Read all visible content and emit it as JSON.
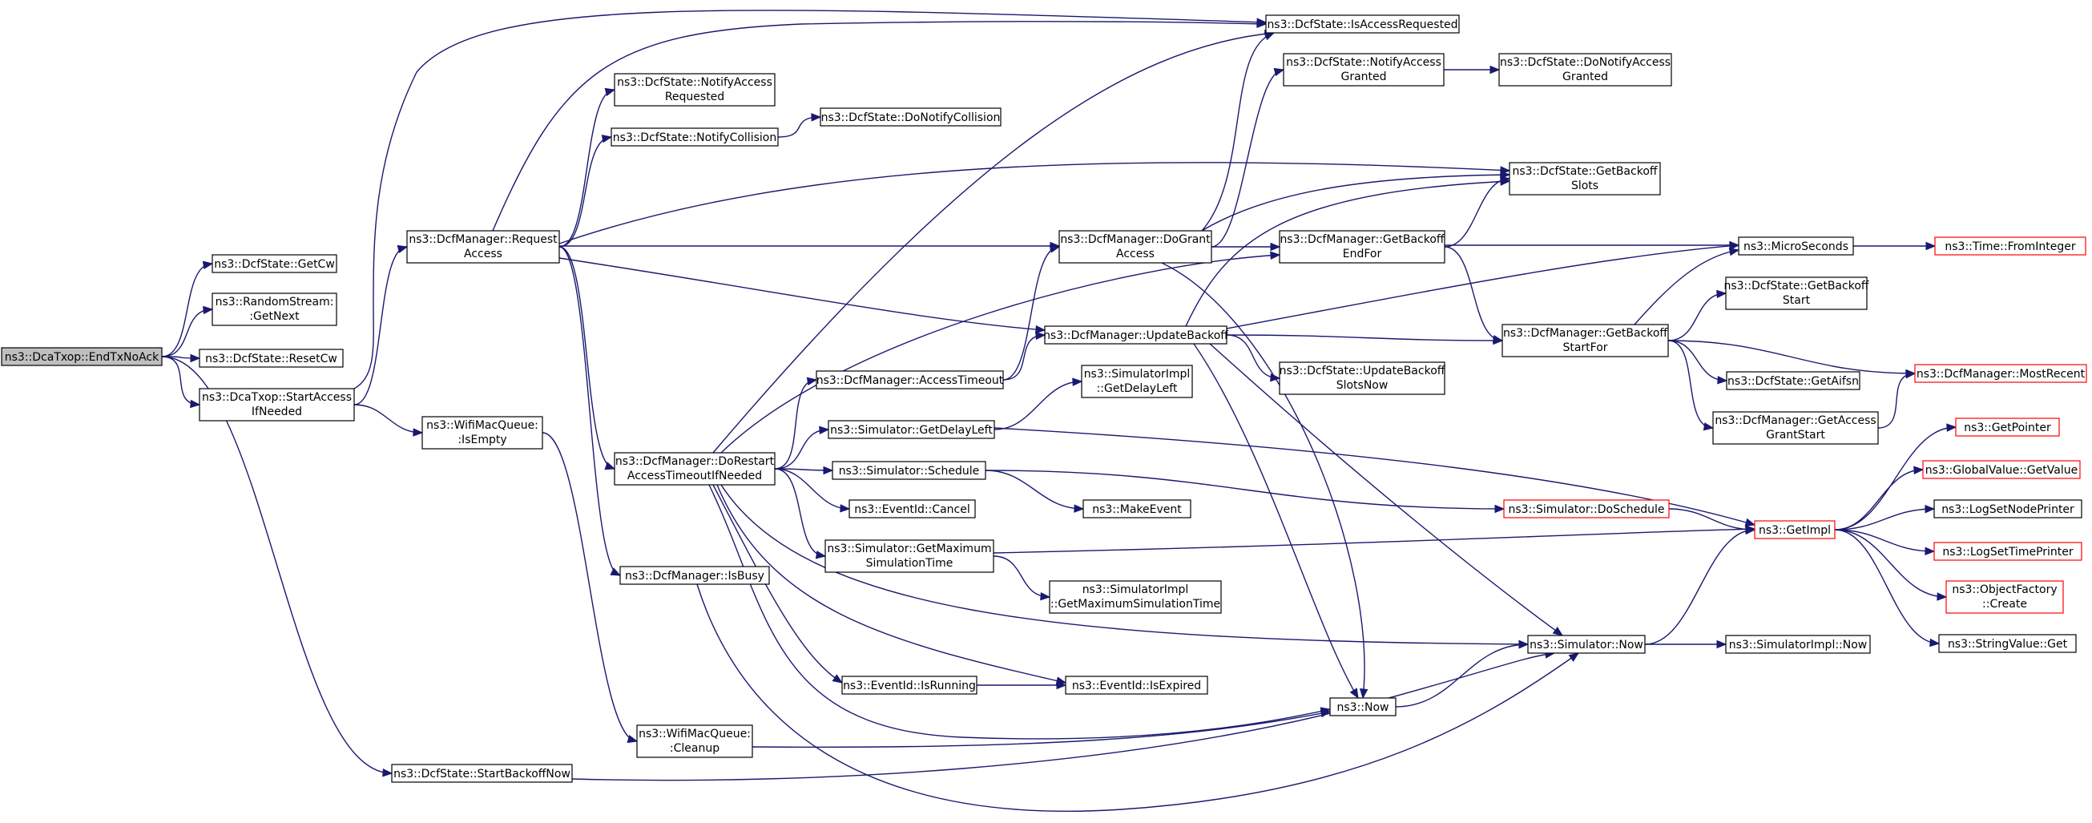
{
  "graph": {
    "root": "DcaTxop_EndTxNoAck",
    "colors": {
      "edge": "#191970",
      "node_border": "#000000",
      "node_border_truncated": "#ff0000",
      "root_fill": "#bfbfbf",
      "node_fill": "#ffffff"
    },
    "nodes": [
      {
        "id": "DcaTxop_EndTxNoAck",
        "lines": [
          "ns3::DcaTxop::EndTxNoAck"
        ],
        "root": true
      },
      {
        "id": "DcfState_GetCw",
        "lines": [
          "ns3::DcfState::GetCw"
        ]
      },
      {
        "id": "RandomStream_GetNext",
        "lines": [
          "ns3::RandomStream:",
          ":GetNext"
        ]
      },
      {
        "id": "DcfState_ResetCw",
        "lines": [
          "ns3::DcfState::ResetCw"
        ]
      },
      {
        "id": "DcaTxop_StartAccessIfNeeded",
        "lines": [
          "ns3::DcaTxop::StartAccess",
          "IfNeeded"
        ]
      },
      {
        "id": "DcfState_StartBackoffNow",
        "lines": [
          "ns3::DcfState::StartBackoffNow"
        ]
      },
      {
        "id": "DcfManager_RequestAccess",
        "lines": [
          "ns3::DcfManager::Request",
          "Access"
        ]
      },
      {
        "id": "WifiMacQueue_IsEmpty",
        "lines": [
          "ns3::WifiMacQueue:",
          ":IsEmpty"
        ]
      },
      {
        "id": "WifiMacQueue_Cleanup",
        "lines": [
          "ns3::WifiMacQueue:",
          ":Cleanup"
        ]
      },
      {
        "id": "DcfState_NotifyAccessRequested",
        "lines": [
          "ns3::DcfState::NotifyAccess",
          "Requested"
        ]
      },
      {
        "id": "DcfState_NotifyCollision",
        "lines": [
          "ns3::DcfState::NotifyCollision"
        ]
      },
      {
        "id": "DcfManager_DoRestartAccessTimeoutIfNeeded",
        "lines": [
          "ns3::DcfManager::DoRestart",
          "AccessTimeoutIfNeeded"
        ]
      },
      {
        "id": "DcfManager_IsBusy",
        "lines": [
          "ns3::DcfManager::IsBusy"
        ]
      },
      {
        "id": "DcfState_DoNotifyCollision",
        "lines": [
          "ns3::DcfState::DoNotifyCollision"
        ]
      },
      {
        "id": "DcfManager_AccessTimeout",
        "lines": [
          "ns3::DcfManager::AccessTimeout"
        ]
      },
      {
        "id": "Simulator_GetDelayLeft",
        "lines": [
          "ns3::Simulator::GetDelayLeft"
        ]
      },
      {
        "id": "Simulator_Schedule",
        "lines": [
          "ns3::Simulator::Schedule"
        ]
      },
      {
        "id": "EventId_Cancel",
        "lines": [
          "ns3::EventId::Cancel"
        ]
      },
      {
        "id": "Simulator_GetMaximumSimulationTime",
        "lines": [
          "ns3::Simulator::GetMaximum",
          "SimulationTime"
        ]
      },
      {
        "id": "EventId_IsRunning",
        "lines": [
          "ns3::EventId::IsRunning"
        ]
      },
      {
        "id": "DcfState_IsAccessRequested",
        "lines": [
          "ns3::DcfState::IsAccessRequested"
        ]
      },
      {
        "id": "DcfState_NotifyAccessGranted",
        "lines": [
          "ns3::DcfState::NotifyAccess",
          "Granted"
        ]
      },
      {
        "id": "DcfManager_DoGrantAccess",
        "lines": [
          "ns3::DcfManager::DoGrant",
          "Access"
        ]
      },
      {
        "id": "DcfManager_UpdateBackoff",
        "lines": [
          "ns3::DcfManager::UpdateBackoff"
        ]
      },
      {
        "id": "SimulatorImpl_GetDelayLeft",
        "lines": [
          "ns3::SimulatorImpl",
          "::GetDelayLeft"
        ]
      },
      {
        "id": "MakeEvent",
        "lines": [
          "ns3::MakeEvent"
        ]
      },
      {
        "id": "SimulatorImpl_GetMaximumSimulationTime",
        "lines": [
          "ns3::SimulatorImpl",
          "::GetMaximumSimulationTime"
        ]
      },
      {
        "id": "EventId_IsExpired",
        "lines": [
          "ns3::EventId::IsExpired"
        ]
      },
      {
        "id": "Now",
        "lines": [
          "ns3::Now"
        ]
      },
      {
        "id": "DcfState_DoNotifyAccessGranted",
        "lines": [
          "ns3::DcfState::DoNotifyAccess",
          "Granted"
        ]
      },
      {
        "id": "DcfManager_GetBackoffEndFor",
        "lines": [
          "ns3::DcfManager::GetBackoff",
          "EndFor"
        ]
      },
      {
        "id": "DcfState_UpdateBackoffSlotsNow",
        "lines": [
          "ns3::DcfState::UpdateBackoff",
          "SlotsNow"
        ]
      },
      {
        "id": "Simulator_DoSchedule",
        "lines": [
          "ns3::Simulator::DoSchedule"
        ],
        "truncated": true
      },
      {
        "id": "Simulator_Now",
        "lines": [
          "ns3::Simulator::Now"
        ]
      },
      {
        "id": "DcfState_GetBackoffSlots",
        "lines": [
          "ns3::DcfState::GetBackoff",
          "Slots"
        ]
      },
      {
        "id": "DcfManager_GetBackoffStartFor",
        "lines": [
          "ns3::DcfManager::GetBackoff",
          "StartFor"
        ]
      },
      {
        "id": "MicroSeconds",
        "lines": [
          "ns3::MicroSeconds"
        ]
      },
      {
        "id": "DcfState_GetBackoffStart",
        "lines": [
          "ns3::DcfState::GetBackoff",
          "Start"
        ]
      },
      {
        "id": "DcfState_GetAifsn",
        "lines": [
          "ns3::DcfState::GetAifsn"
        ]
      },
      {
        "id": "DcfManager_GetAccessGrantStart",
        "lines": [
          "ns3::DcfManager::GetAccess",
          "GrantStart"
        ]
      },
      {
        "id": "GetImpl",
        "lines": [
          "ns3::GetImpl"
        ],
        "truncated": true
      },
      {
        "id": "SimulatorImpl_Now",
        "lines": [
          "ns3::SimulatorImpl::Now"
        ]
      },
      {
        "id": "Time_FromInteger",
        "lines": [
          "ns3::Time::FromInteger"
        ],
        "truncated": true
      },
      {
        "id": "DcfManager_MostRecent",
        "lines": [
          "ns3::DcfManager::MostRecent"
        ],
        "truncated": true
      },
      {
        "id": "GetPointer",
        "lines": [
          "ns3::GetPointer"
        ],
        "truncated": true
      },
      {
        "id": "GlobalValue_GetValue",
        "lines": [
          "ns3::GlobalValue::GetValue"
        ],
        "truncated": true
      },
      {
        "id": "LogSetNodePrinter",
        "lines": [
          "ns3::LogSetNodePrinter"
        ]
      },
      {
        "id": "LogSetTimePrinter",
        "lines": [
          "ns3::LogSetTimePrinter"
        ],
        "truncated": true
      },
      {
        "id": "ObjectFactory_Create",
        "lines": [
          "ns3::ObjectFactory",
          "::Create"
        ],
        "truncated": true
      },
      {
        "id": "StringValue_Get",
        "lines": [
          "ns3::StringValue::Get"
        ]
      }
    ],
    "edges": [
      [
        "DcaTxop_EndTxNoAck",
        "DcfState_GetCw"
      ],
      [
        "DcaTxop_EndTxNoAck",
        "RandomStream_GetNext"
      ],
      [
        "DcaTxop_EndTxNoAck",
        "DcfState_ResetCw"
      ],
      [
        "DcaTxop_EndTxNoAck",
        "DcaTxop_StartAccessIfNeeded"
      ],
      [
        "DcaTxop_EndTxNoAck",
        "DcfState_StartBackoffNow"
      ],
      [
        "DcaTxop_StartAccessIfNeeded",
        "DcfManager_RequestAccess"
      ],
      [
        "DcaTxop_StartAccessIfNeeded",
        "WifiMacQueue_IsEmpty"
      ],
      [
        "DcaTxop_StartAccessIfNeeded",
        "DcfState_IsAccessRequested"
      ],
      [
        "WifiMacQueue_IsEmpty",
        "WifiMacQueue_Cleanup"
      ],
      [
        "WifiMacQueue_Cleanup",
        "Now"
      ],
      [
        "DcfState_StartBackoffNow",
        "Simulator_Now"
      ],
      [
        "DcfManager_RequestAccess",
        "DcfState_NotifyAccessRequested"
      ],
      [
        "DcfManager_RequestAccess",
        "DcfState_NotifyCollision"
      ],
      [
        "DcfManager_RequestAccess",
        "DcfState_IsAccessRequested"
      ],
      [
        "DcfManager_RequestAccess",
        "DcfState_GetBackoffSlots"
      ],
      [
        "DcfManager_RequestAccess",
        "DcfManager_DoGrantAccess"
      ],
      [
        "DcfManager_RequestAccess",
        "DcfManager_UpdateBackoff"
      ],
      [
        "DcfManager_RequestAccess",
        "DcfManager_DoRestartAccessTimeoutIfNeeded"
      ],
      [
        "DcfManager_RequestAccess",
        "DcfManager_IsBusy"
      ],
      [
        "DcfState_NotifyCollision",
        "DcfState_DoNotifyCollision"
      ],
      [
        "DcfManager_IsBusy",
        "Simulator_Now"
      ],
      [
        "DcfManager_DoRestartAccessTimeoutIfNeeded",
        "DcfState_IsAccessRequested"
      ],
      [
        "DcfManager_DoRestartAccessTimeoutIfNeeded",
        "DcfManager_GetBackoffEndFor"
      ],
      [
        "DcfManager_DoRestartAccessTimeoutIfNeeded",
        "DcfManager_AccessTimeout"
      ],
      [
        "DcfManager_DoRestartAccessTimeoutIfNeeded",
        "Simulator_GetDelayLeft"
      ],
      [
        "DcfManager_DoRestartAccessTimeoutIfNeeded",
        "Simulator_Schedule"
      ],
      [
        "DcfManager_DoRestartAccessTimeoutIfNeeded",
        "EventId_Cancel"
      ],
      [
        "DcfManager_DoRestartAccessTimeoutIfNeeded",
        "Simulator_GetMaximumSimulationTime"
      ],
      [
        "DcfManager_DoRestartAccessTimeoutIfNeeded",
        "Simulator_Now"
      ],
      [
        "DcfManager_DoRestartAccessTimeoutIfNeeded",
        "EventId_IsExpired"
      ],
      [
        "DcfManager_DoRestartAccessTimeoutIfNeeded",
        "EventId_IsRunning"
      ],
      [
        "DcfManager_DoRestartAccessTimeoutIfNeeded",
        "Now"
      ],
      [
        "DcfManager_AccessTimeout",
        "DcfManager_DoGrantAccess"
      ],
      [
        "DcfManager_AccessTimeout",
        "DcfManager_UpdateBackoff"
      ],
      [
        "Simulator_GetDelayLeft",
        "SimulatorImpl_GetDelayLeft"
      ],
      [
        "Simulator_GetDelayLeft",
        "GetImpl"
      ],
      [
        "Simulator_Schedule",
        "MakeEvent"
      ],
      [
        "Simulator_Schedule",
        "Simulator_DoSchedule"
      ],
      [
        "Simulator_GetMaximumSimulationTime",
        "SimulatorImpl_GetMaximumSimulationTime"
      ],
      [
        "Simulator_GetMaximumSimulationTime",
        "GetImpl"
      ],
      [
        "EventId_IsRunning",
        "EventId_IsExpired"
      ],
      [
        "DcfManager_DoGrantAccess",
        "DcfState_IsAccessRequested"
      ],
      [
        "DcfManager_DoGrantAccess",
        "DcfState_NotifyAccessGranted"
      ],
      [
        "DcfManager_DoGrantAccess",
        "DcfState_GetBackoffSlots"
      ],
      [
        "DcfManager_DoGrantAccess",
        "DcfManager_GetBackoffEndFor"
      ],
      [
        "DcfManager_DoGrantAccess",
        "Now"
      ],
      [
        "DcfState_NotifyAccessGranted",
        "DcfState_DoNotifyAccessGranted"
      ],
      [
        "DcfManager_UpdateBackoff",
        "DcfState_GetBackoffSlots"
      ],
      [
        "DcfManager_UpdateBackoff",
        "MicroSeconds"
      ],
      [
        "DcfManager_UpdateBackoff",
        "DcfManager_GetBackoffStartFor"
      ],
      [
        "DcfManager_UpdateBackoff",
        "DcfState_UpdateBackoffSlotsNow"
      ],
      [
        "DcfManager_UpdateBackoff",
        "Simulator_Now"
      ],
      [
        "DcfManager_UpdateBackoff",
        "Now"
      ],
      [
        "DcfManager_GetBackoffEndFor",
        "DcfState_GetBackoffSlots"
      ],
      [
        "DcfManager_GetBackoffEndFor",
        "MicroSeconds"
      ],
      [
        "DcfManager_GetBackoffEndFor",
        "DcfManager_GetBackoffStartFor"
      ],
      [
        "DcfManager_GetBackoffStartFor",
        "MicroSeconds"
      ],
      [
        "DcfManager_GetBackoffStartFor",
        "DcfState_GetBackoffStart"
      ],
      [
        "DcfManager_GetBackoffStartFor",
        "DcfState_GetAifsn"
      ],
      [
        "DcfManager_GetBackoffStartFor",
        "DcfManager_GetAccessGrantStart"
      ],
      [
        "DcfManager_GetBackoffStartFor",
        "DcfManager_MostRecent"
      ],
      [
        "DcfManager_GetAccessGrantStart",
        "DcfManager_MostRecent"
      ],
      [
        "MicroSeconds",
        "Time_FromInteger"
      ],
      [
        "Simulator_DoSchedule",
        "GetImpl"
      ],
      [
        "Now",
        "Simulator_Now"
      ],
      [
        "Simulator_Now",
        "GetImpl"
      ],
      [
        "Simulator_Now",
        "SimulatorImpl_Now"
      ],
      [
        "GetImpl",
        "GetPointer"
      ],
      [
        "GetImpl",
        "GlobalValue_GetValue"
      ],
      [
        "GetImpl",
        "LogSetNodePrinter"
      ],
      [
        "GetImpl",
        "LogSetTimePrinter"
      ],
      [
        "GetImpl",
        "ObjectFactory_Create"
      ],
      [
        "GetImpl",
        "StringValue_Get"
      ]
    ]
  }
}
